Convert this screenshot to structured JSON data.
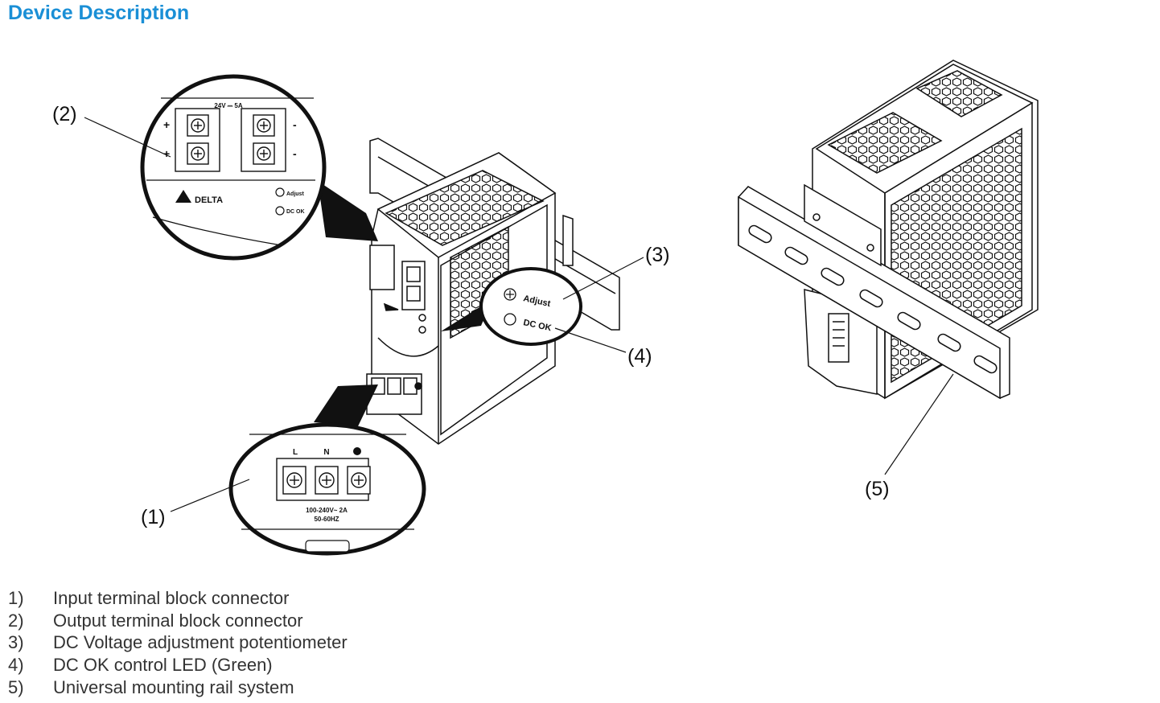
{
  "title": "Device Description",
  "callouts": [
    "(1)",
    "(2)",
    "(3)",
    "(4)",
    "(5)"
  ],
  "labels": {
    "output_rating": "24V ⎓ 5A",
    "plus": "+",
    "minus": "-",
    "brand": "DELTA",
    "adjust": "Adjust",
    "dc_ok": "DC OK",
    "terminal_l": "L",
    "terminal_n": "N",
    "input_rating_1": "100-240V~ 2A",
    "input_rating_2": "50-60HZ"
  },
  "legend": [
    {
      "num": "1)",
      "text": "Input terminal block connector"
    },
    {
      "num": "2)",
      "text": "Output terminal block connector"
    },
    {
      "num": "3)",
      "text": "DC Voltage adjustment potentiometer"
    },
    {
      "num": "4)",
      "text": "DC OK control LED (Green)"
    },
    {
      "num": "5)",
      "text": "Universal mounting rail system"
    }
  ],
  "colors": {
    "title": "#1a8fd6",
    "text": "#333333",
    "line": "#111111"
  }
}
